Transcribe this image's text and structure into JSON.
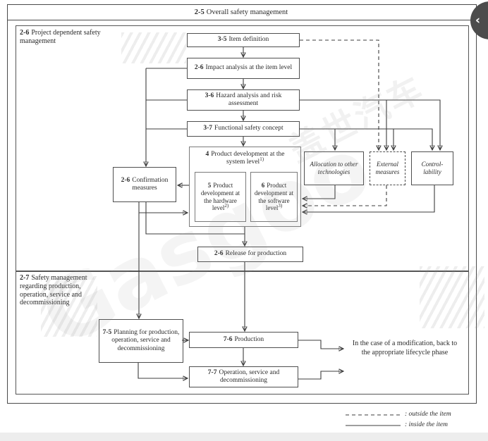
{
  "header": {
    "overall": {
      "num": "2-5",
      "text": "Overall safety management"
    }
  },
  "sections": {
    "project_dependent": {
      "num": "2-6",
      "text": "Project dependent safety management"
    },
    "production_ops": {
      "num": "2-7",
      "text": "Safety management regarding production, operation, service and decommissioning"
    }
  },
  "boxes": {
    "item_definition": {
      "num": "3-5",
      "text": "Item definition"
    },
    "impact_analysis": {
      "num": "2-6",
      "text": "Impact analysis at the item level"
    },
    "hazard_analysis": {
      "num": "3-6",
      "text": "Hazard analysis and risk assessment"
    },
    "functional_safety_concept": {
      "num": "3-7",
      "text": "Functional safety concept"
    },
    "product_dev_system": {
      "num": "4",
      "text": "Product development at the system level",
      "footnote": "1)"
    },
    "product_dev_hardware": {
      "num": "5",
      "text": "Product development at the hardware level",
      "footnote": "2)"
    },
    "product_dev_software": {
      "num": "6",
      "text": "Product development at the software level",
      "footnote": "3)"
    },
    "allocation": {
      "text": "Allocation to other technologies"
    },
    "external_measures": {
      "text": "External measures"
    },
    "controllability": {
      "text": "Control-lability"
    },
    "confirmation_measures": {
      "num": "2-6",
      "text": "Confirmation measures"
    },
    "release_for_production": {
      "num": "2-6",
      "text": "Release for production"
    },
    "planning": {
      "num": "7-5",
      "text": "Planning for production, operation, service and decommissioning"
    },
    "production": {
      "num": "7-6",
      "text": "Production"
    },
    "operation": {
      "num": "7-7",
      "text": "Operation, service and decommissioning"
    }
  },
  "notes": {
    "modification": "In the case of a modification, back to the appropriate lifecycle phase"
  },
  "legend": {
    "outside": ": outside the item",
    "inside": ": inside the item"
  },
  "overlay": {
    "prev_chevron": "‹"
  },
  "watermark": {
    "text_en": "Gasgoo",
    "text_cn": "盖世汽车"
  },
  "colors": {
    "line": "#3d3d3d",
    "box_border": "#4f4f4f",
    "nav_circle": "#4c4c4c",
    "watermark_gray": "#9a9a9a"
  }
}
